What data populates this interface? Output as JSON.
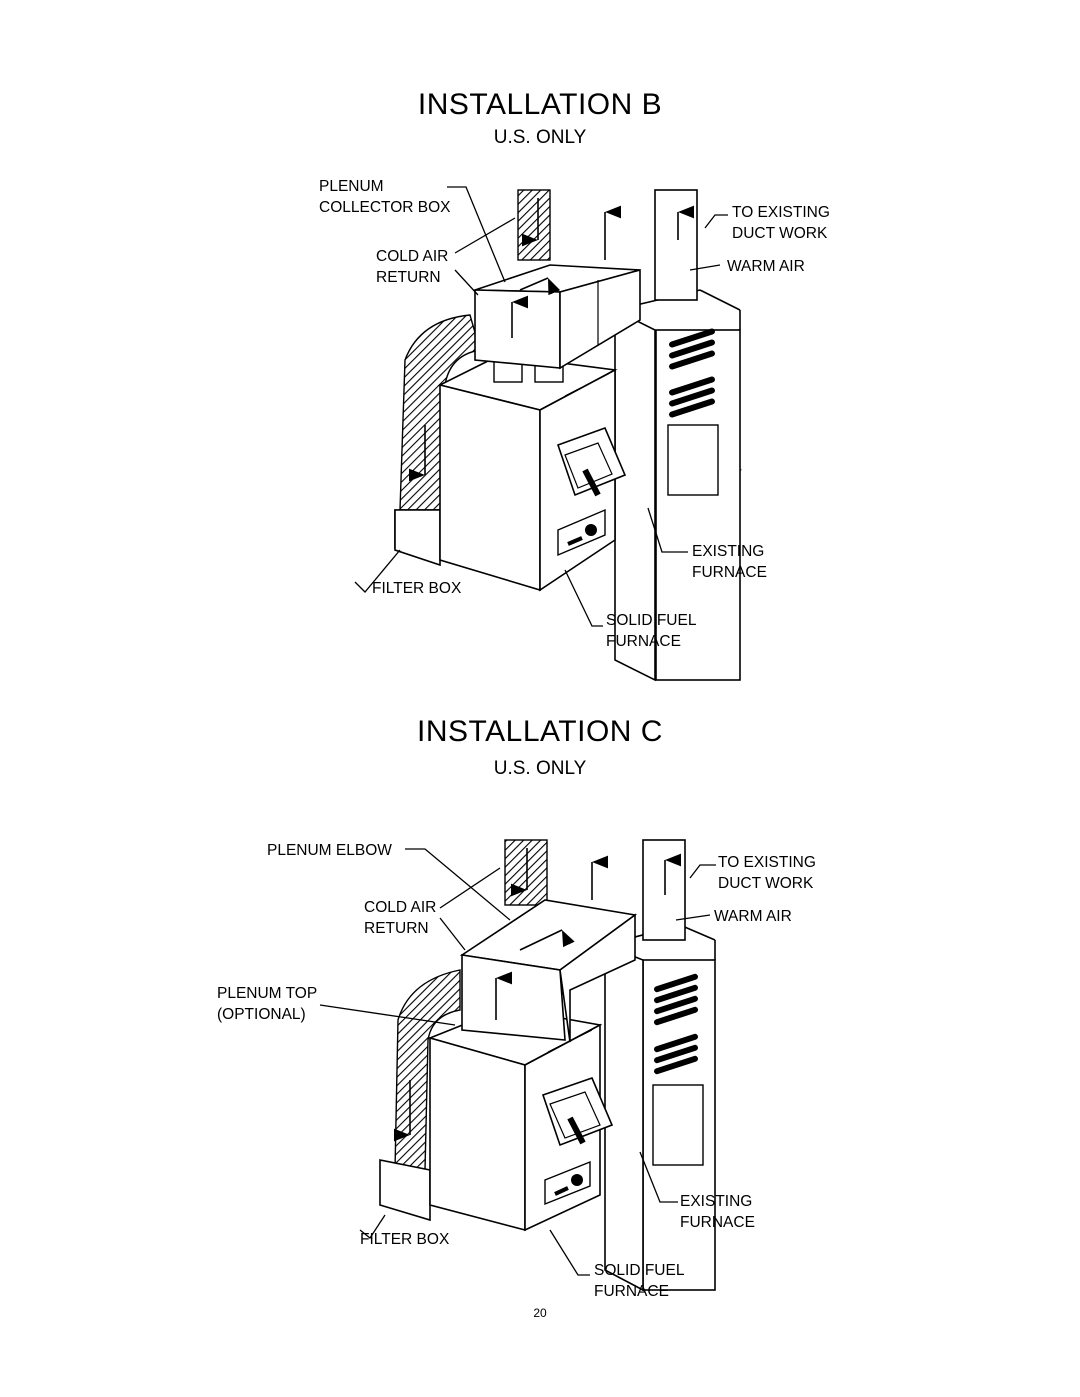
{
  "installation_b": {
    "title": "INSTALLATION   B",
    "subtitle": "U.S. ONLY",
    "labels": {
      "plenum_collector_box": "PLENUM\nCOLLECTOR BOX",
      "cold_air_return": "COLD AIR\nRETURN",
      "to_existing_duct_work": "TO EXISTING\nDUCT WORK",
      "warm_air": "WARM AIR",
      "existing_furnace": "EXISTING\nFURNACE",
      "filter_box": "FILTER BOX",
      "solid_fuel_furnace": "SOLID FUEL\nFURNACE"
    }
  },
  "installation_c": {
    "title": "INSTALLATION   C",
    "subtitle": "U.S. ONLY",
    "labels": {
      "plenum_elbow": "PLENUM ELBOW",
      "cold_air_return": "COLD AIR\nRETURN",
      "plenum_top_optional": "PLENUM TOP\n(OPTIONAL)",
      "to_existing_duct_work": "TO EXISTING\nDUCT WORK",
      "warm_air": "WARM AIR",
      "existing_furnace": "EXISTING\nFURNACE",
      "filter_box": "FILTER BOX",
      "solid_fuel_furnace": "SOLID FUEL\nFURNACE"
    }
  },
  "page_number": "20"
}
